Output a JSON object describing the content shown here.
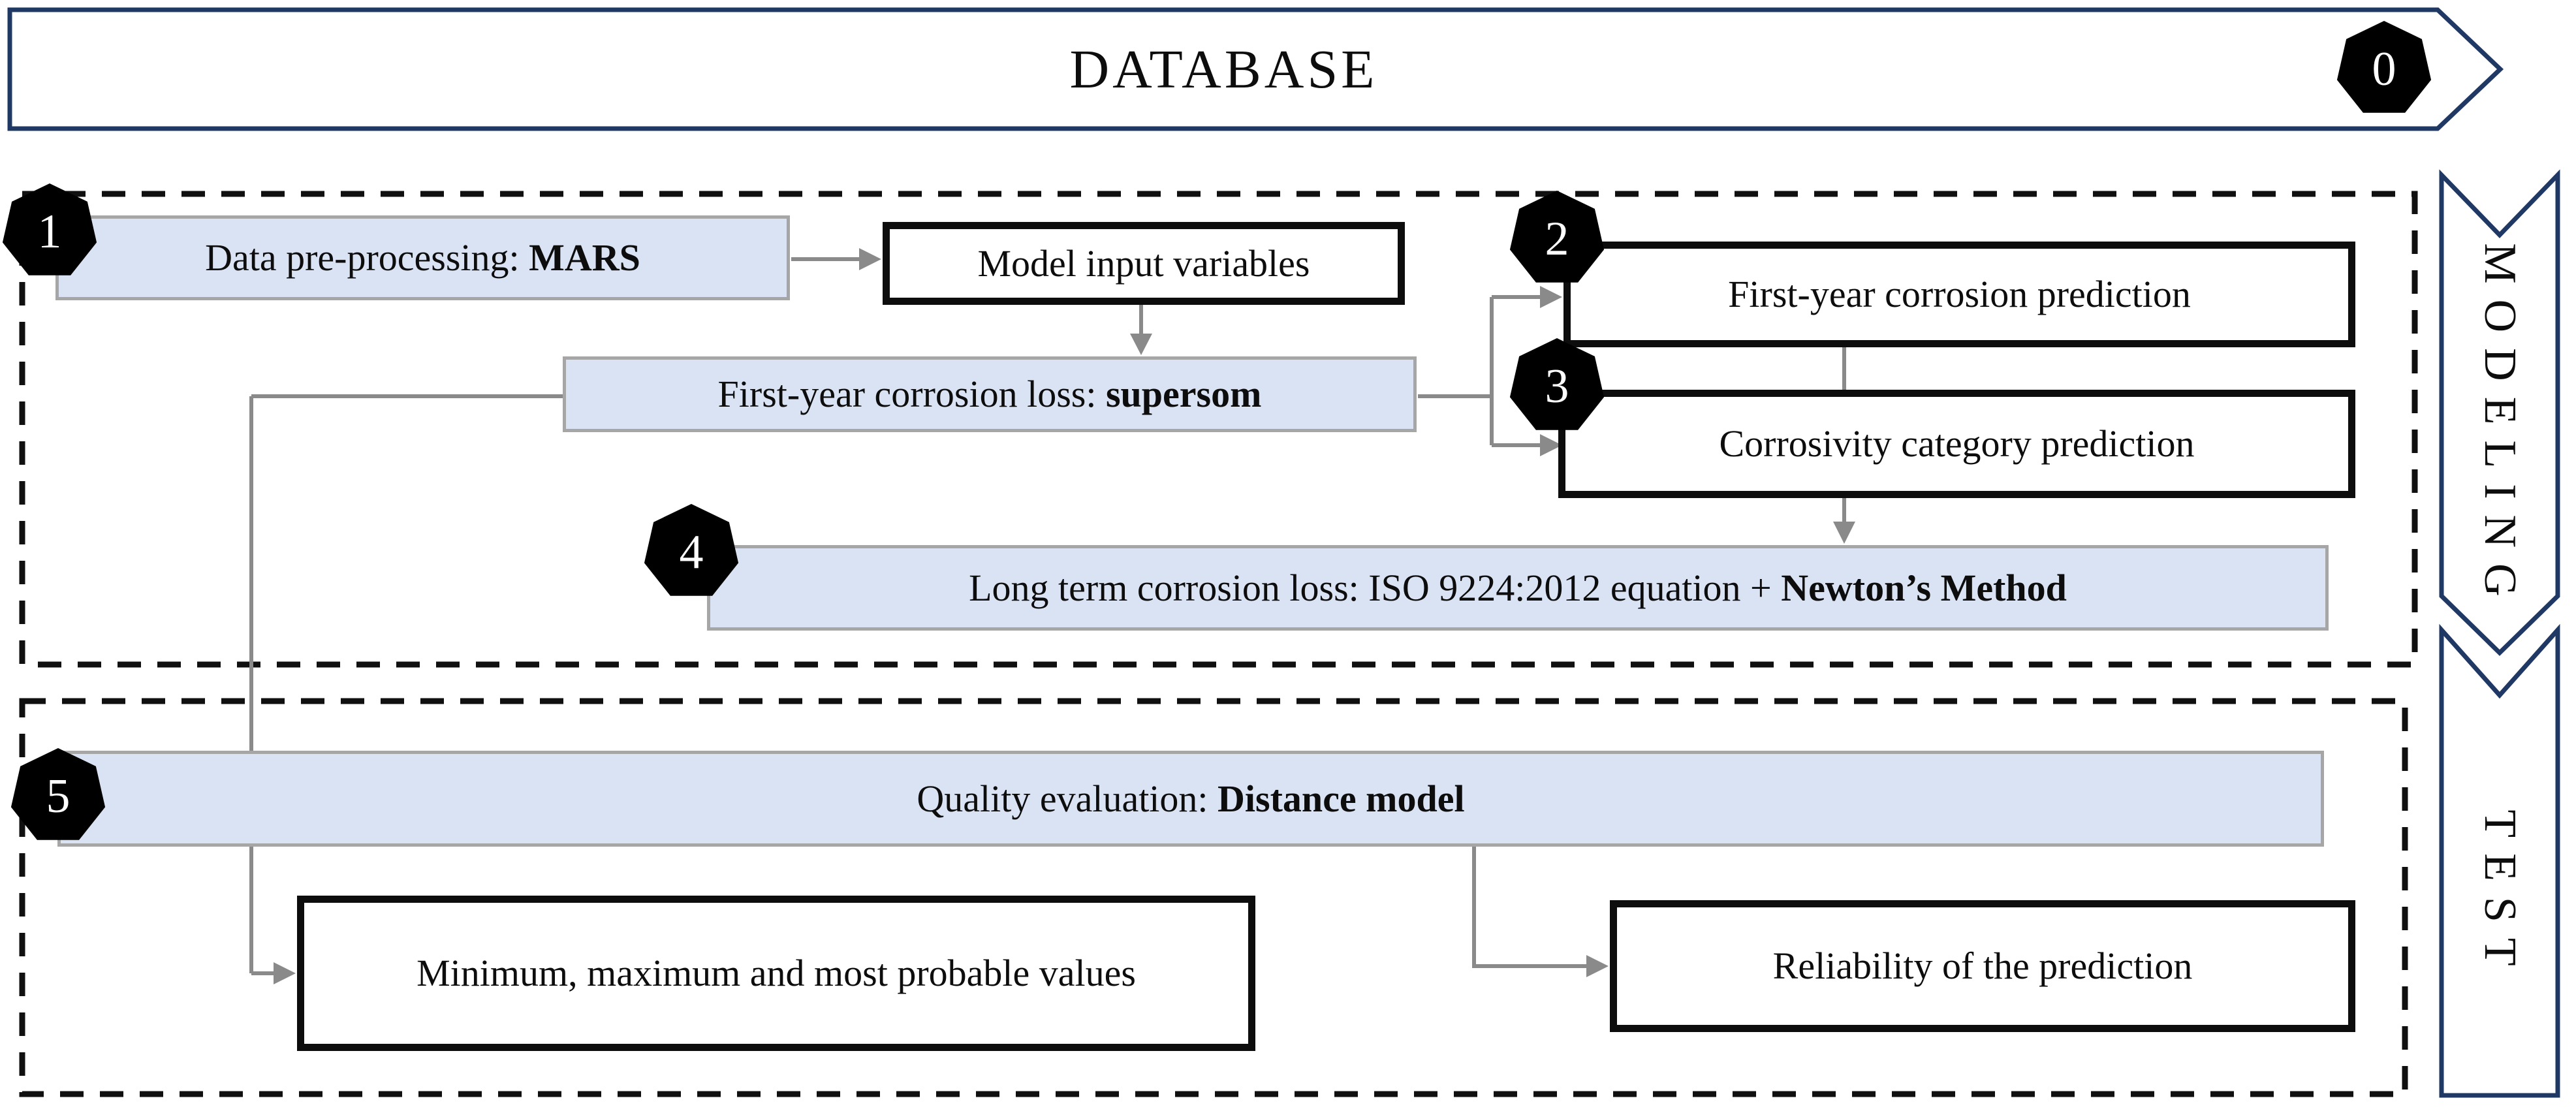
{
  "banner": {
    "title": "DATABASE",
    "badge": "0"
  },
  "modeling": {
    "side_label": "MODELING",
    "preprocessing": {
      "badge": "1",
      "label_prefix": "Data pre-processing: ",
      "label_bold": "MARS"
    },
    "model_input": {
      "label": "Model input variables"
    },
    "first_year_loss": {
      "label_prefix": "First-year corrosion loss: ",
      "label_bold": "supersom"
    },
    "first_year_prediction": {
      "badge": "2",
      "label": "First-year corrosion prediction"
    },
    "corrosivity_category": {
      "badge": "3",
      "label": "Corrosivity category prediction"
    },
    "long_term_loss": {
      "badge": "4",
      "label_prefix": "Long term corrosion loss: ISO 9224:2012 equation + ",
      "label_bold": "Newton’s Method"
    }
  },
  "test": {
    "side_label": "TEST",
    "quality_evaluation": {
      "badge": "5",
      "label_prefix": "Quality evaluation: ",
      "label_bold": "Distance model"
    },
    "min_max": {
      "label": "Minimum, maximum and most probable values"
    },
    "reliability": {
      "label": "Reliability of the prediction"
    }
  },
  "colors": {
    "navy": "#1F3864",
    "box_fill": "#DAE3F3",
    "box_border_gray": "#A6A6A6",
    "connector_gray": "#8A8A8A",
    "ink": "#0D0D0D"
  }
}
